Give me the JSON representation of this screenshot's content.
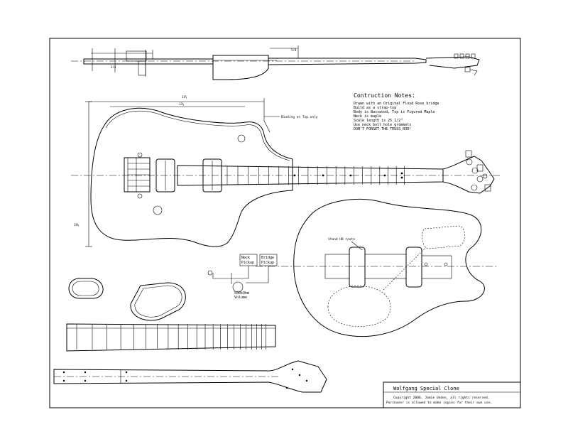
{
  "notes": {
    "title": "Contruction Notes:",
    "lines": [
      "Drawn with an Original Floyd Rose bridge",
      "Build as a strap-top",
      "Body is Basswood, Top is Figured Maple",
      "Neck is maple",
      "Scale length is 25 1/2\"",
      "Use neck bolt hole grommets",
      "DON'T FORGET THE TRUSS ROD!"
    ]
  },
  "callouts": {
    "binding": "Binding on Top only",
    "humbucker_route": "Stand HB route"
  },
  "wiring": {
    "neck_label": "Neck",
    "neck_sub": "Pickup",
    "bridge_label": "Bridge",
    "bridge_sub": "Pickup",
    "pot_label": "500kOhm",
    "pot_sub": "Volume"
  },
  "title_block": {
    "title": "Wolfgang Special Clone",
    "copyright": "Copyright 2006, Jamie Unden, all rights reserved.",
    "permission": "Purchaser is allowed to make copies for their own use."
  }
}
